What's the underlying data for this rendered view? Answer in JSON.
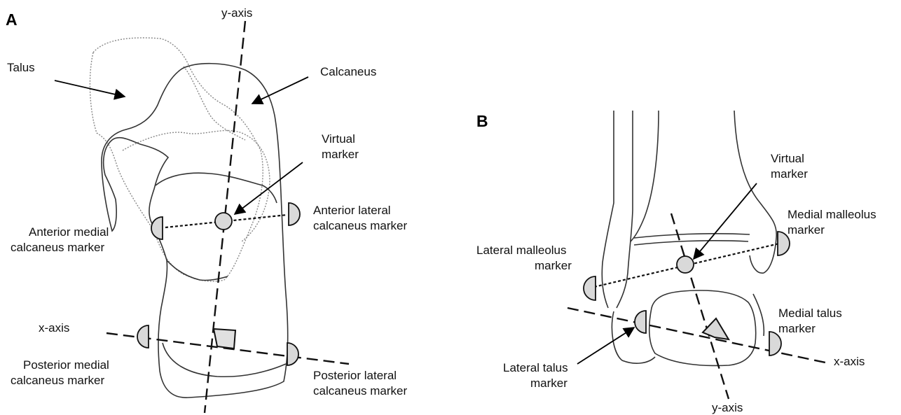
{
  "panel_a": {
    "letter": "A",
    "y_axis": "y-axis",
    "x_axis": "x-axis",
    "talus": "Talus",
    "calcaneus": "Calcaneus",
    "virtual_marker": [
      "Virtual",
      "marker"
    ],
    "anterior_lateral": [
      "Anterior lateral",
      "calcaneus marker"
    ],
    "anterior_medial": [
      "Anterior medial",
      "calcaneus marker"
    ],
    "posterior_medial": [
      "Posterior medial",
      "calcaneus marker"
    ],
    "posterior_lateral": [
      "Posterior lateral",
      "calcaneus marker"
    ]
  },
  "panel_b": {
    "letter": "B",
    "virtual_marker": [
      "Virtual",
      "marker"
    ],
    "medial_malleolus": [
      "Medial malleolus",
      "marker"
    ],
    "lateral_malleolus": [
      "Lateral malleolus",
      "marker"
    ],
    "medial_talus": [
      "Medial talus",
      "marker"
    ],
    "lateral_talus": [
      "Lateral talus",
      "marker"
    ],
    "x_axis": "x-axis",
    "y_axis": "y-axis"
  }
}
